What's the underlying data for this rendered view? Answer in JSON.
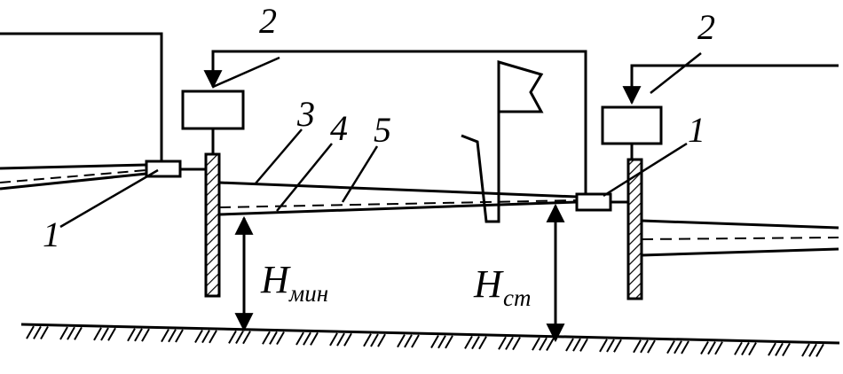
{
  "labels": {
    "one_left": "1",
    "one_right": "1",
    "two_left": "2",
    "two_right": "2",
    "three": "3",
    "four": "4",
    "five": "5",
    "h_min_main": "H",
    "h_min_sub": "мин",
    "h_st_main": "H",
    "h_st_sub": "ст"
  }
}
